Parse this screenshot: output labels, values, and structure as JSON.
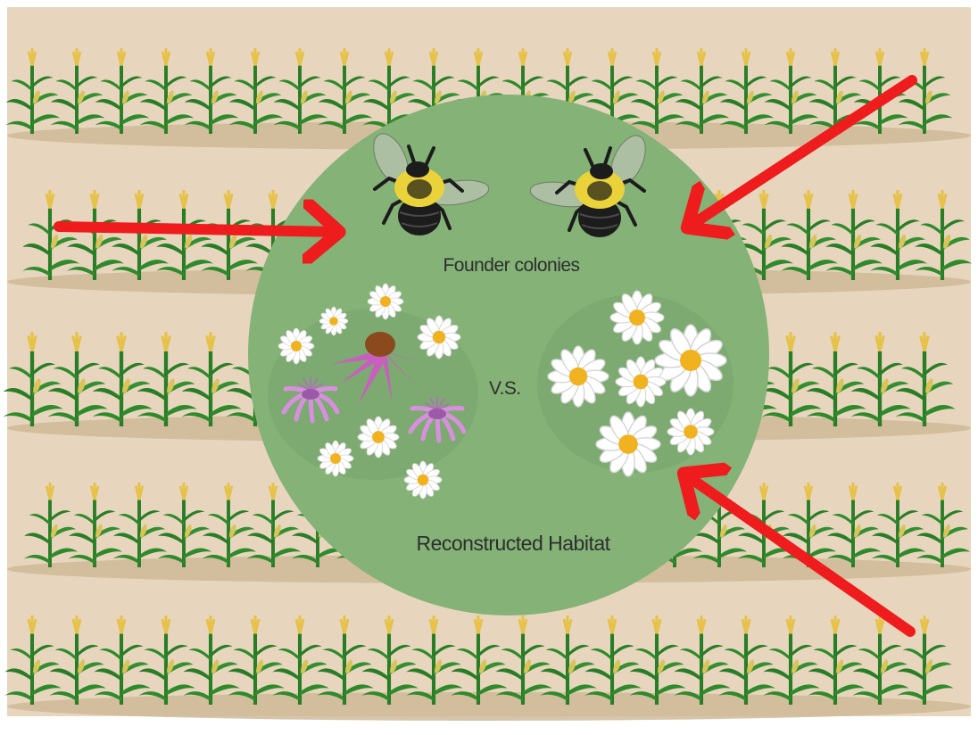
{
  "labels": {
    "founder": "Founder colonies",
    "vs": "V.S.",
    "habitat": "Reconstructed Habitat"
  },
  "colors": {
    "soil": "#e7d6bd",
    "furrow": "#ccb393",
    "habitat_circle": "#84b277",
    "corn_leaf": "#2f8a2c",
    "corn_leaf_dark": "#1f6a1f",
    "tassel": "#e6c24a",
    "arrow": "#ee1c1c",
    "bee_yellow": "#e9d23a",
    "bee_black": "#1c1c1c",
    "daisy_center": "#f0b21e",
    "coneflower_petal": "#c85fbf",
    "beebalm_petal": "#d98fe0"
  },
  "icons": {
    "bee": "bumblebee-icon",
    "daisy": "daisy-icon",
    "coneflower": "coneflower-icon",
    "beebalm": "bee-balm-icon",
    "corn": "corn-plant-icon",
    "arrow": "red-arrow-icon"
  }
}
